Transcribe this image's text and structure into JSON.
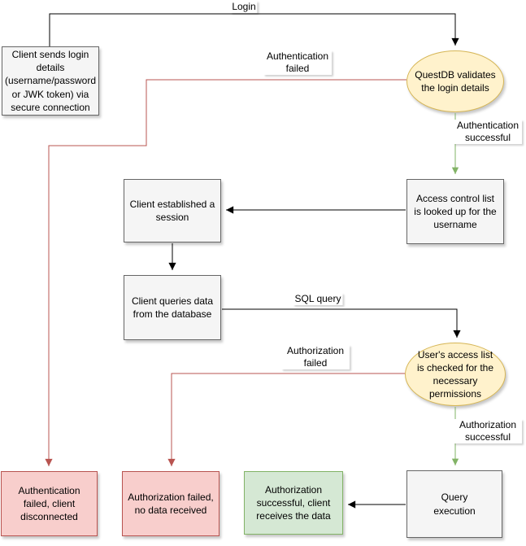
{
  "diagram": {
    "nodes": {
      "client_login": {
        "label": "Client sends login details (username/password or JWK token) via secure connection",
        "shape": "rect",
        "kind": "process"
      },
      "questdb_validates": {
        "label": "QuestDB validates the login details",
        "shape": "ellipse",
        "kind": "decision"
      },
      "acl_lookup": {
        "label": "Access control list is looked up for the username",
        "shape": "rect",
        "kind": "process"
      },
      "session_established": {
        "label": "Client established a session",
        "shape": "rect",
        "kind": "process"
      },
      "client_queries": {
        "label": "Client queries data from the database",
        "shape": "rect",
        "kind": "process"
      },
      "access_check": {
        "label": "User's access list is checked for the necessary permissions",
        "shape": "ellipse",
        "kind": "decision"
      },
      "auth_failed": {
        "label": "Authentication failed, client disconnected",
        "shape": "rect",
        "kind": "fail"
      },
      "authz_failed": {
        "label": "Authorization failed, no data received",
        "shape": "rect",
        "kind": "fail"
      },
      "authz_success": {
        "label": "Authorization successful, client receives the data",
        "shape": "rect",
        "kind": "success"
      },
      "query_execution": {
        "label": "Query execution",
        "shape": "rect",
        "kind": "process"
      }
    },
    "edges": [
      {
        "from": "client_login",
        "to": "questdb_validates",
        "label": "Login",
        "color": "black"
      },
      {
        "from": "questdb_validates",
        "to": "auth_failed",
        "label": "Authentication failed",
        "color": "red"
      },
      {
        "from": "questdb_validates",
        "to": "acl_lookup",
        "label": "Authentication successful",
        "color": "green"
      },
      {
        "from": "acl_lookup",
        "to": "session_established",
        "label": "",
        "color": "black"
      },
      {
        "from": "session_established",
        "to": "client_queries",
        "label": "",
        "color": "black"
      },
      {
        "from": "client_queries",
        "to": "access_check",
        "label": "SQL query",
        "color": "black"
      },
      {
        "from": "access_check",
        "to": "authz_failed",
        "label": "Authorization failed",
        "color": "red"
      },
      {
        "from": "access_check",
        "to": "query_execution",
        "label": "Authorization successful",
        "color": "green"
      },
      {
        "from": "query_execution",
        "to": "authz_success",
        "label": "",
        "color": "black"
      }
    ],
    "colors": {
      "canvas_bg": "#ffffff",
      "node_fill": "#f5f5f5",
      "node_stroke": "#666666",
      "decision_fill": "#fff2cc",
      "decision_stroke": "#d6b656",
      "fail_fill": "#f8cecc",
      "fail_stroke": "#b85450",
      "success_fill": "#d5e8d4",
      "success_stroke": "#82b366",
      "edge": "#000000",
      "text": "#000000",
      "label_bg": "#ffffff"
    }
  }
}
